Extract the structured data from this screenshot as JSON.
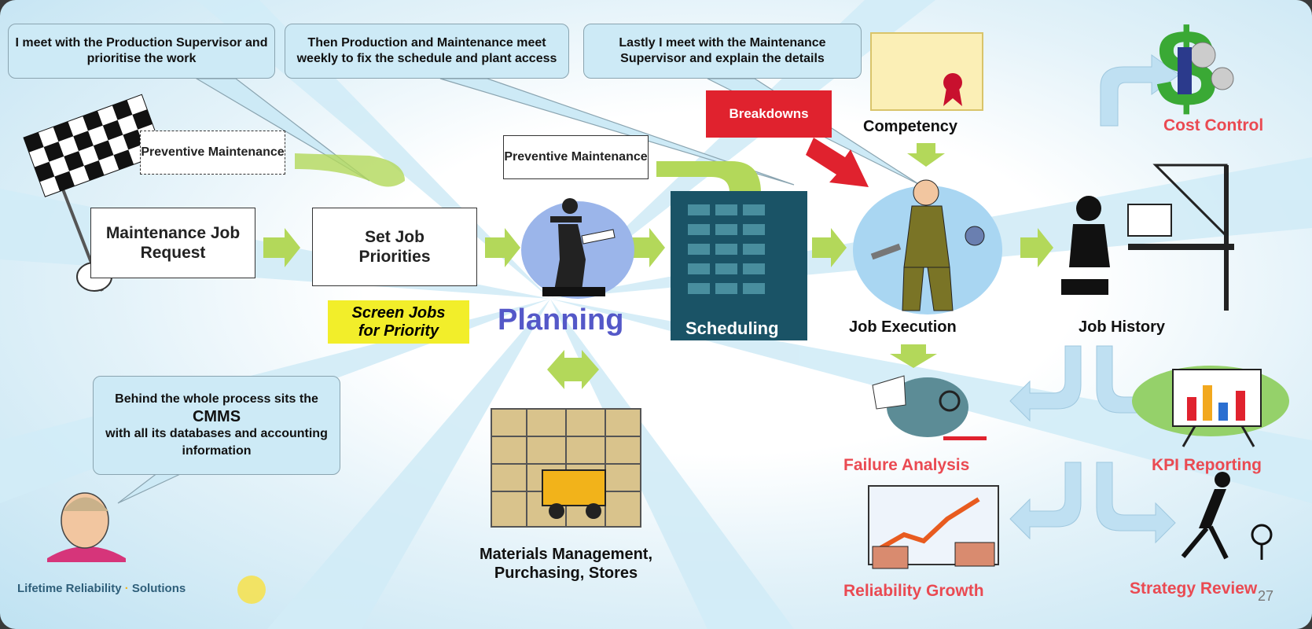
{
  "callouts": {
    "production": "I meet with the Production Supervisor and prioritise the work",
    "weekly": "Then Production and Maintenance meet weekly to fix the schedule and plant access",
    "maintenance": "Lastly I meet with the Maintenance Supervisor and explain the details",
    "cmms_line1": "Behind the whole process sits the",
    "cmms_big": "CMMS",
    "cmms_line2": "with all its databases and accounting information"
  },
  "boxes": {
    "pm1": "Preventive Maintenance",
    "pm2": "Preventive Maintenance",
    "job_request": "Maintenance Job Request",
    "set_priorities": "Set Job Priorities",
    "screen_jobs": "Screen Jobs for Priority",
    "breakdowns": "Breakdowns"
  },
  "labels": {
    "planning": "Planning",
    "scheduling": "Scheduling",
    "competency": "Competency",
    "cost_control": "Cost Control",
    "job_execution": "Job Execution",
    "job_history": "Job History",
    "failure_analysis": "Failure Analysis",
    "kpi_reporting": "KPI Reporting",
    "reliability_growth": "Reliability Growth",
    "strategy_review": "Strategy Review",
    "materials_line1": "Materials Management,",
    "materials_line2": "Purchasing, Stores",
    "footer_left": "Lifetime Reliability",
    "footer_right": "Solutions",
    "page_number": "27"
  },
  "colors": {
    "arrow_green": "#b3d85a",
    "callout_blue": "#cdeaf6",
    "breakdown_red": "#e0222e",
    "label_red": "#ea4a52",
    "planning_blue": "#5458c8",
    "screen_yellow": "#f2ee2a"
  }
}
